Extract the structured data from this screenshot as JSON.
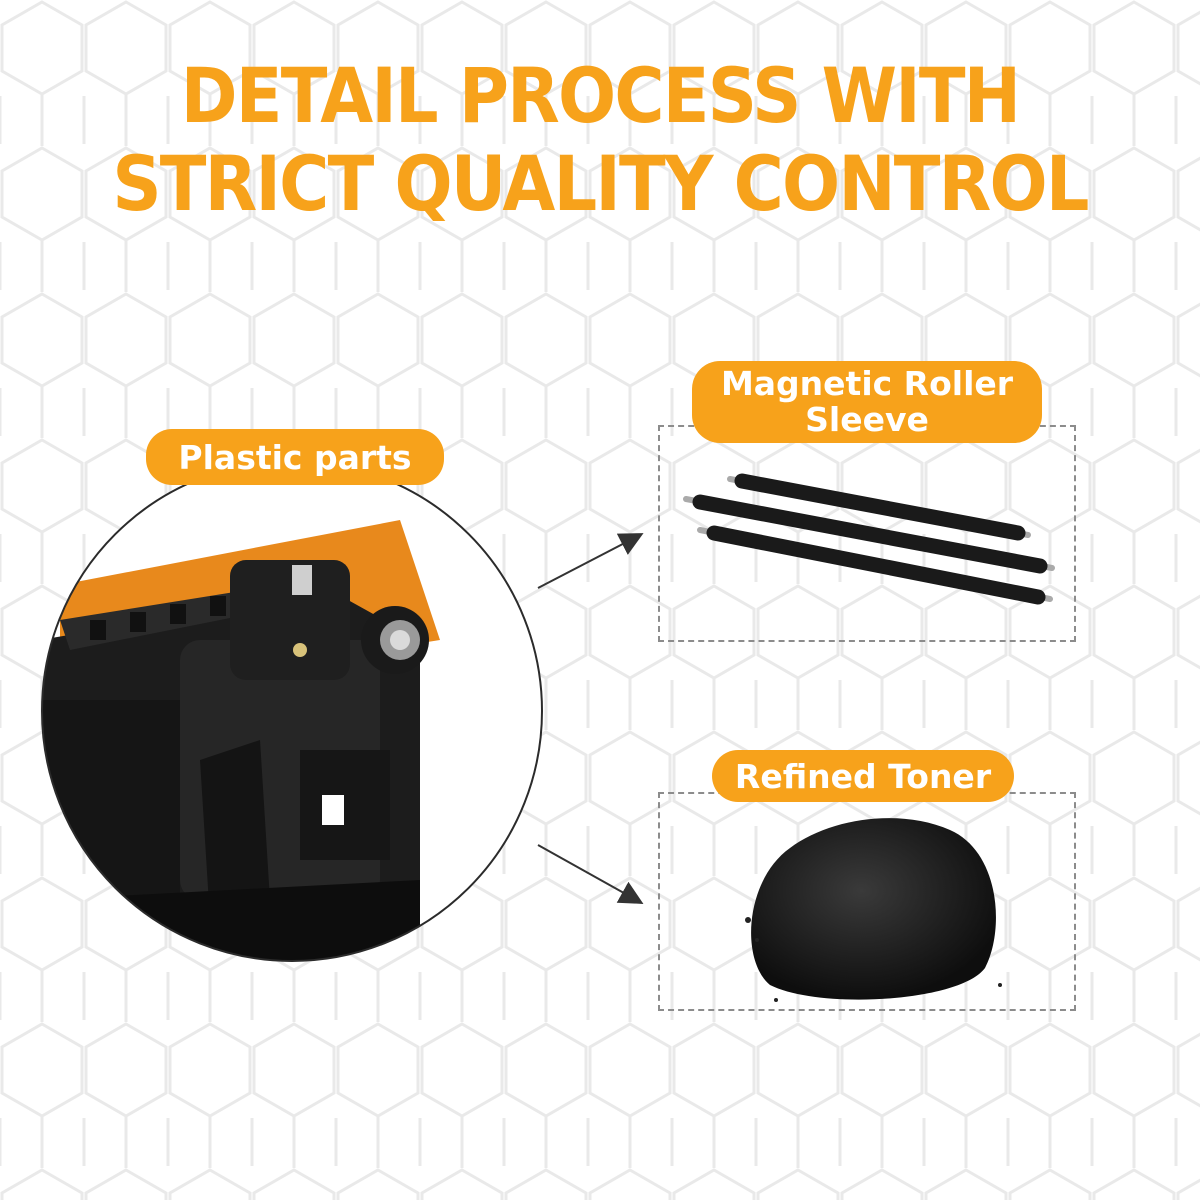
{
  "title": {
    "line1": "DETAIL PROCESS WITH",
    "line2": "STRICT QUALITY CONTROL"
  },
  "labels": {
    "plastic": "Plastic parts",
    "roller_line1": "Magnetic Roller",
    "roller_line2": "Sleeve",
    "toner": "Refined Toner"
  },
  "colors": {
    "accent": "#f7a21b",
    "cartridge_orange": "#e8891c",
    "dark": "#1c1c1c"
  }
}
